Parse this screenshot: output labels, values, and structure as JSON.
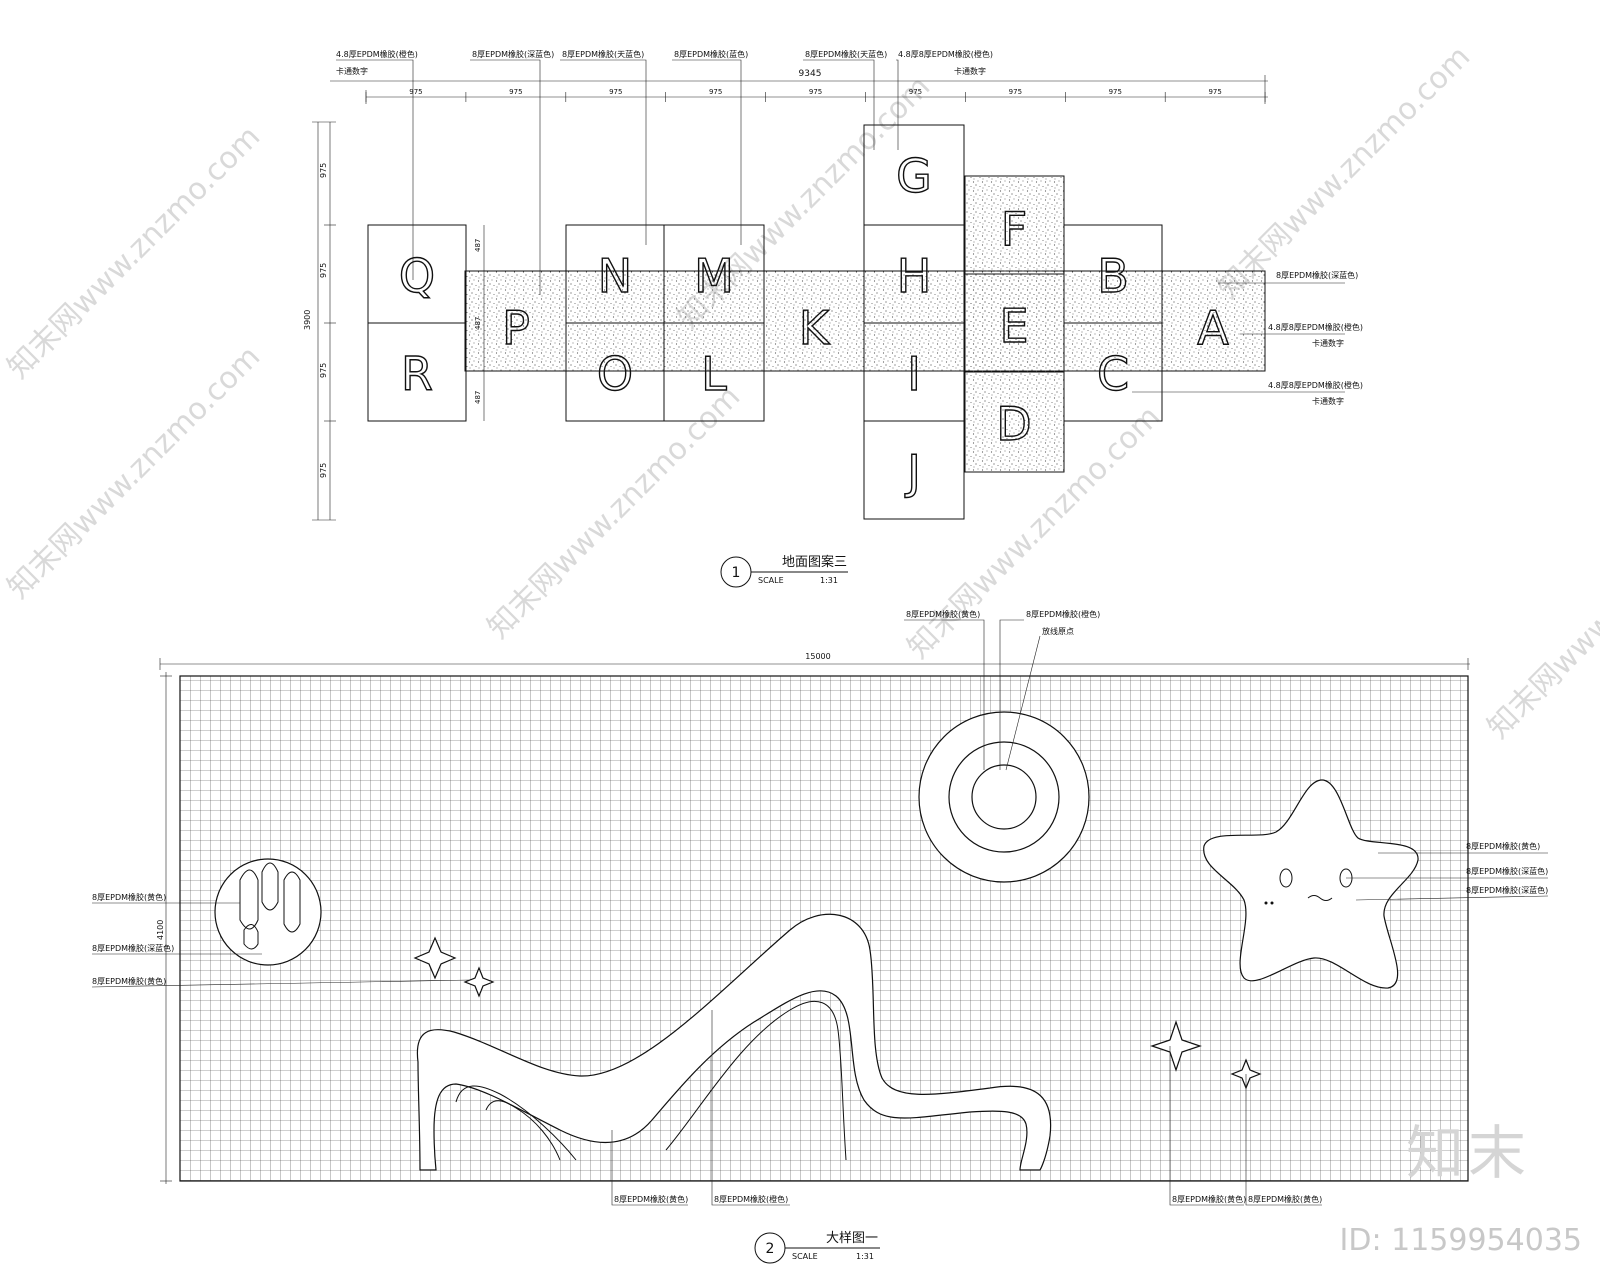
{
  "plan1": {
    "top_labels": [
      "4.8厚EPDM橡胶(橙色)",
      "卡通数字",
      "8厚EPDM橡胶(深蓝色)",
      "8厚EPDM橡胶(天蓝色)",
      "8厚EPDM橡胶(蓝色)",
      "8厚EPDM橡胶(天蓝色)",
      "4.8厚8厚EPDM橡胶(橙色)",
      "卡通数字"
    ],
    "right_labels": [
      "8厚EPDM橡胶(深蓝色)",
      "4.8厚8厚EPDM橡胶(橙色)",
      "卡通数字",
      "4.8厚8厚EPDM橡胶(橙色)",
      "卡通数字"
    ],
    "dim_total": "9345",
    "dim_sub": "975",
    "dim_left_total": "3900",
    "dim_left_sub": "975",
    "dim_small": "487",
    "tiles_dots": [
      "Q",
      "R",
      "N",
      "M",
      "O",
      "L",
      "G",
      "H",
      "I",
      "J",
      "B",
      "C"
    ],
    "tiles_speckle": [
      "P",
      "K",
      "F",
      "E",
      "D",
      "A"
    ],
    "caption_num": "1",
    "caption_title": "地面图案三",
    "caption_scale_label": "SCALE",
    "caption_scale": "1:31"
  },
  "plan2": {
    "top_labels": [
      "8厚EPDM橡胶(黄色)",
      "8厚EPDM橡胶(橙色)",
      "放线原点"
    ],
    "dim_width": "15000",
    "dim_height": "4100",
    "left_labels": [
      "8厚EPDM橡胶(黄色)",
      "8厚EPDM橡胶(深蓝色)",
      "8厚EPDM橡胶(黄色)"
    ],
    "right_labels": [
      "8厚EPDM橡胶(黄色)",
      "8厚EPDM橡胶(深蓝色)",
      "8厚EPDM橡胶(深蓝色)"
    ],
    "bottom_labels": [
      "8厚EPDM橡胶(黄色)",
      "8厚EPDM橡胶(橙色)",
      "8厚EPDM橡胶(黄色)",
      "8厚EPDM橡胶(黄色)"
    ],
    "caption_num": "2",
    "caption_title": "大样图一",
    "caption_scale_label": "SCALE",
    "caption_scale": "1:31"
  },
  "watermark": "知末网www.znzmo.com",
  "brand": "知末",
  "id_text": "ID: 1159954035"
}
